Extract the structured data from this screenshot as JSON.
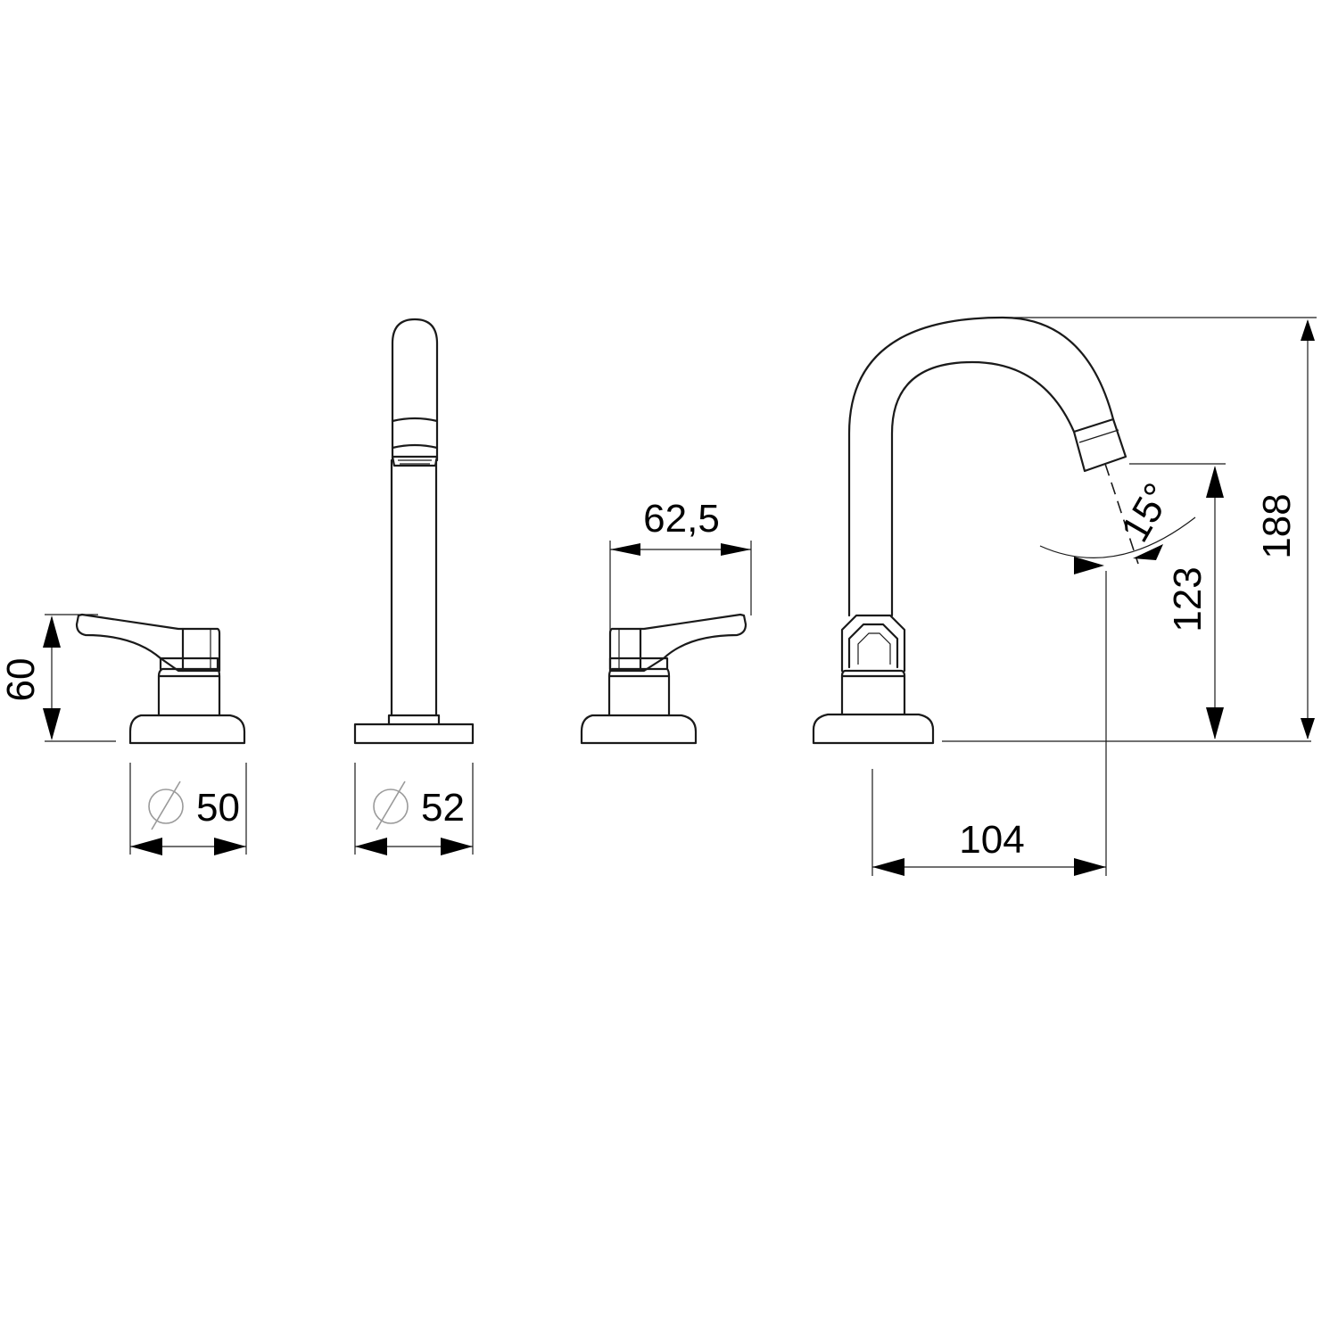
{
  "dimensions": {
    "lever_height": "60",
    "handle_base_diameter": "50",
    "spout_base_diameter": "52",
    "lever_length": "62,5",
    "spout_reach": "104",
    "spout_outlet_height": "123",
    "spout_total_height": "188",
    "spout_angle": "15°"
  },
  "colors": {
    "line": "#1a1a1a",
    "diameter_symbol": "#9a9a9a",
    "background": "#ffffff"
  },
  "icons": {
    "diameter_symbol": "diameter-icon",
    "arrowhead": "arrowhead-icon"
  }
}
